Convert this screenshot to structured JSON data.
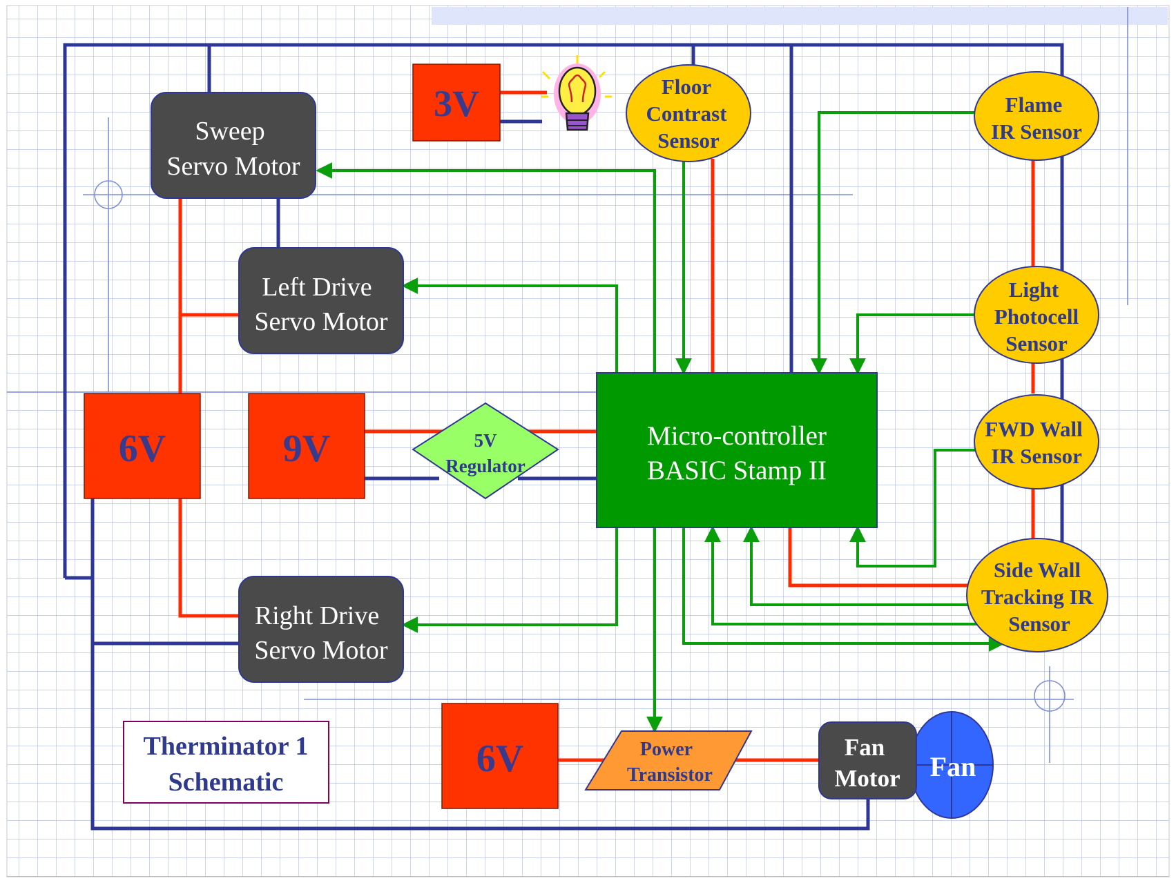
{
  "colors": {
    "grid": "#aab6e2",
    "wire_dark": "#2f3796",
    "wire_red": "#ff2a00",
    "wire_green": "#0a9e0a",
    "battery": "#ff3300",
    "battery_text": "#3a3a8c",
    "servo_box": "#4a4a4a",
    "sensor": "#ffcc00",
    "sensor_text": "#2f3a8c",
    "controller": "#009900",
    "regulator": "#99ff66",
    "transistor": "#ff9933",
    "fan": "#3366ff"
  },
  "title": {
    "line1": "Therminator 1",
    "line2": "Schematic"
  },
  "batteries": {
    "b3v": "3V",
    "b6v_left": "6V",
    "b9v": "9V",
    "b6v_bottom": "6V"
  },
  "servos": {
    "sweep": {
      "line1": "Sweep",
      "line2": "Servo Motor"
    },
    "left": {
      "line1": "Left Drive",
      "line2": "Servo Motor"
    },
    "right": {
      "line1": "Right Drive",
      "line2": "Servo Motor"
    }
  },
  "sensors": {
    "floor": {
      "line1": "Floor",
      "line2": "Contrast",
      "line3": "Sensor"
    },
    "flame": {
      "line1": "Flame",
      "line2": "IR Sensor"
    },
    "light": {
      "line1": "Light",
      "line2": "Photocell",
      "line3": "Sensor"
    },
    "fwd": {
      "line1": "FWD Wall",
      "line2": "IR Sensor"
    },
    "side": {
      "line1": "Side Wall",
      "line2": "Tracking IR",
      "line3": "Sensor"
    }
  },
  "controller": {
    "line1": "Micro-controller",
    "line2": "BASIC Stamp II"
  },
  "regulator": {
    "line1": "5V",
    "line2": "Regulator"
  },
  "transistor": {
    "line1": "Power",
    "line2": "Transistor"
  },
  "fan_motor": {
    "line1": "Fan",
    "line2": "Motor"
  },
  "fan": {
    "label": "Fan"
  },
  "icons": {
    "bulb": "lightbulb-icon"
  }
}
